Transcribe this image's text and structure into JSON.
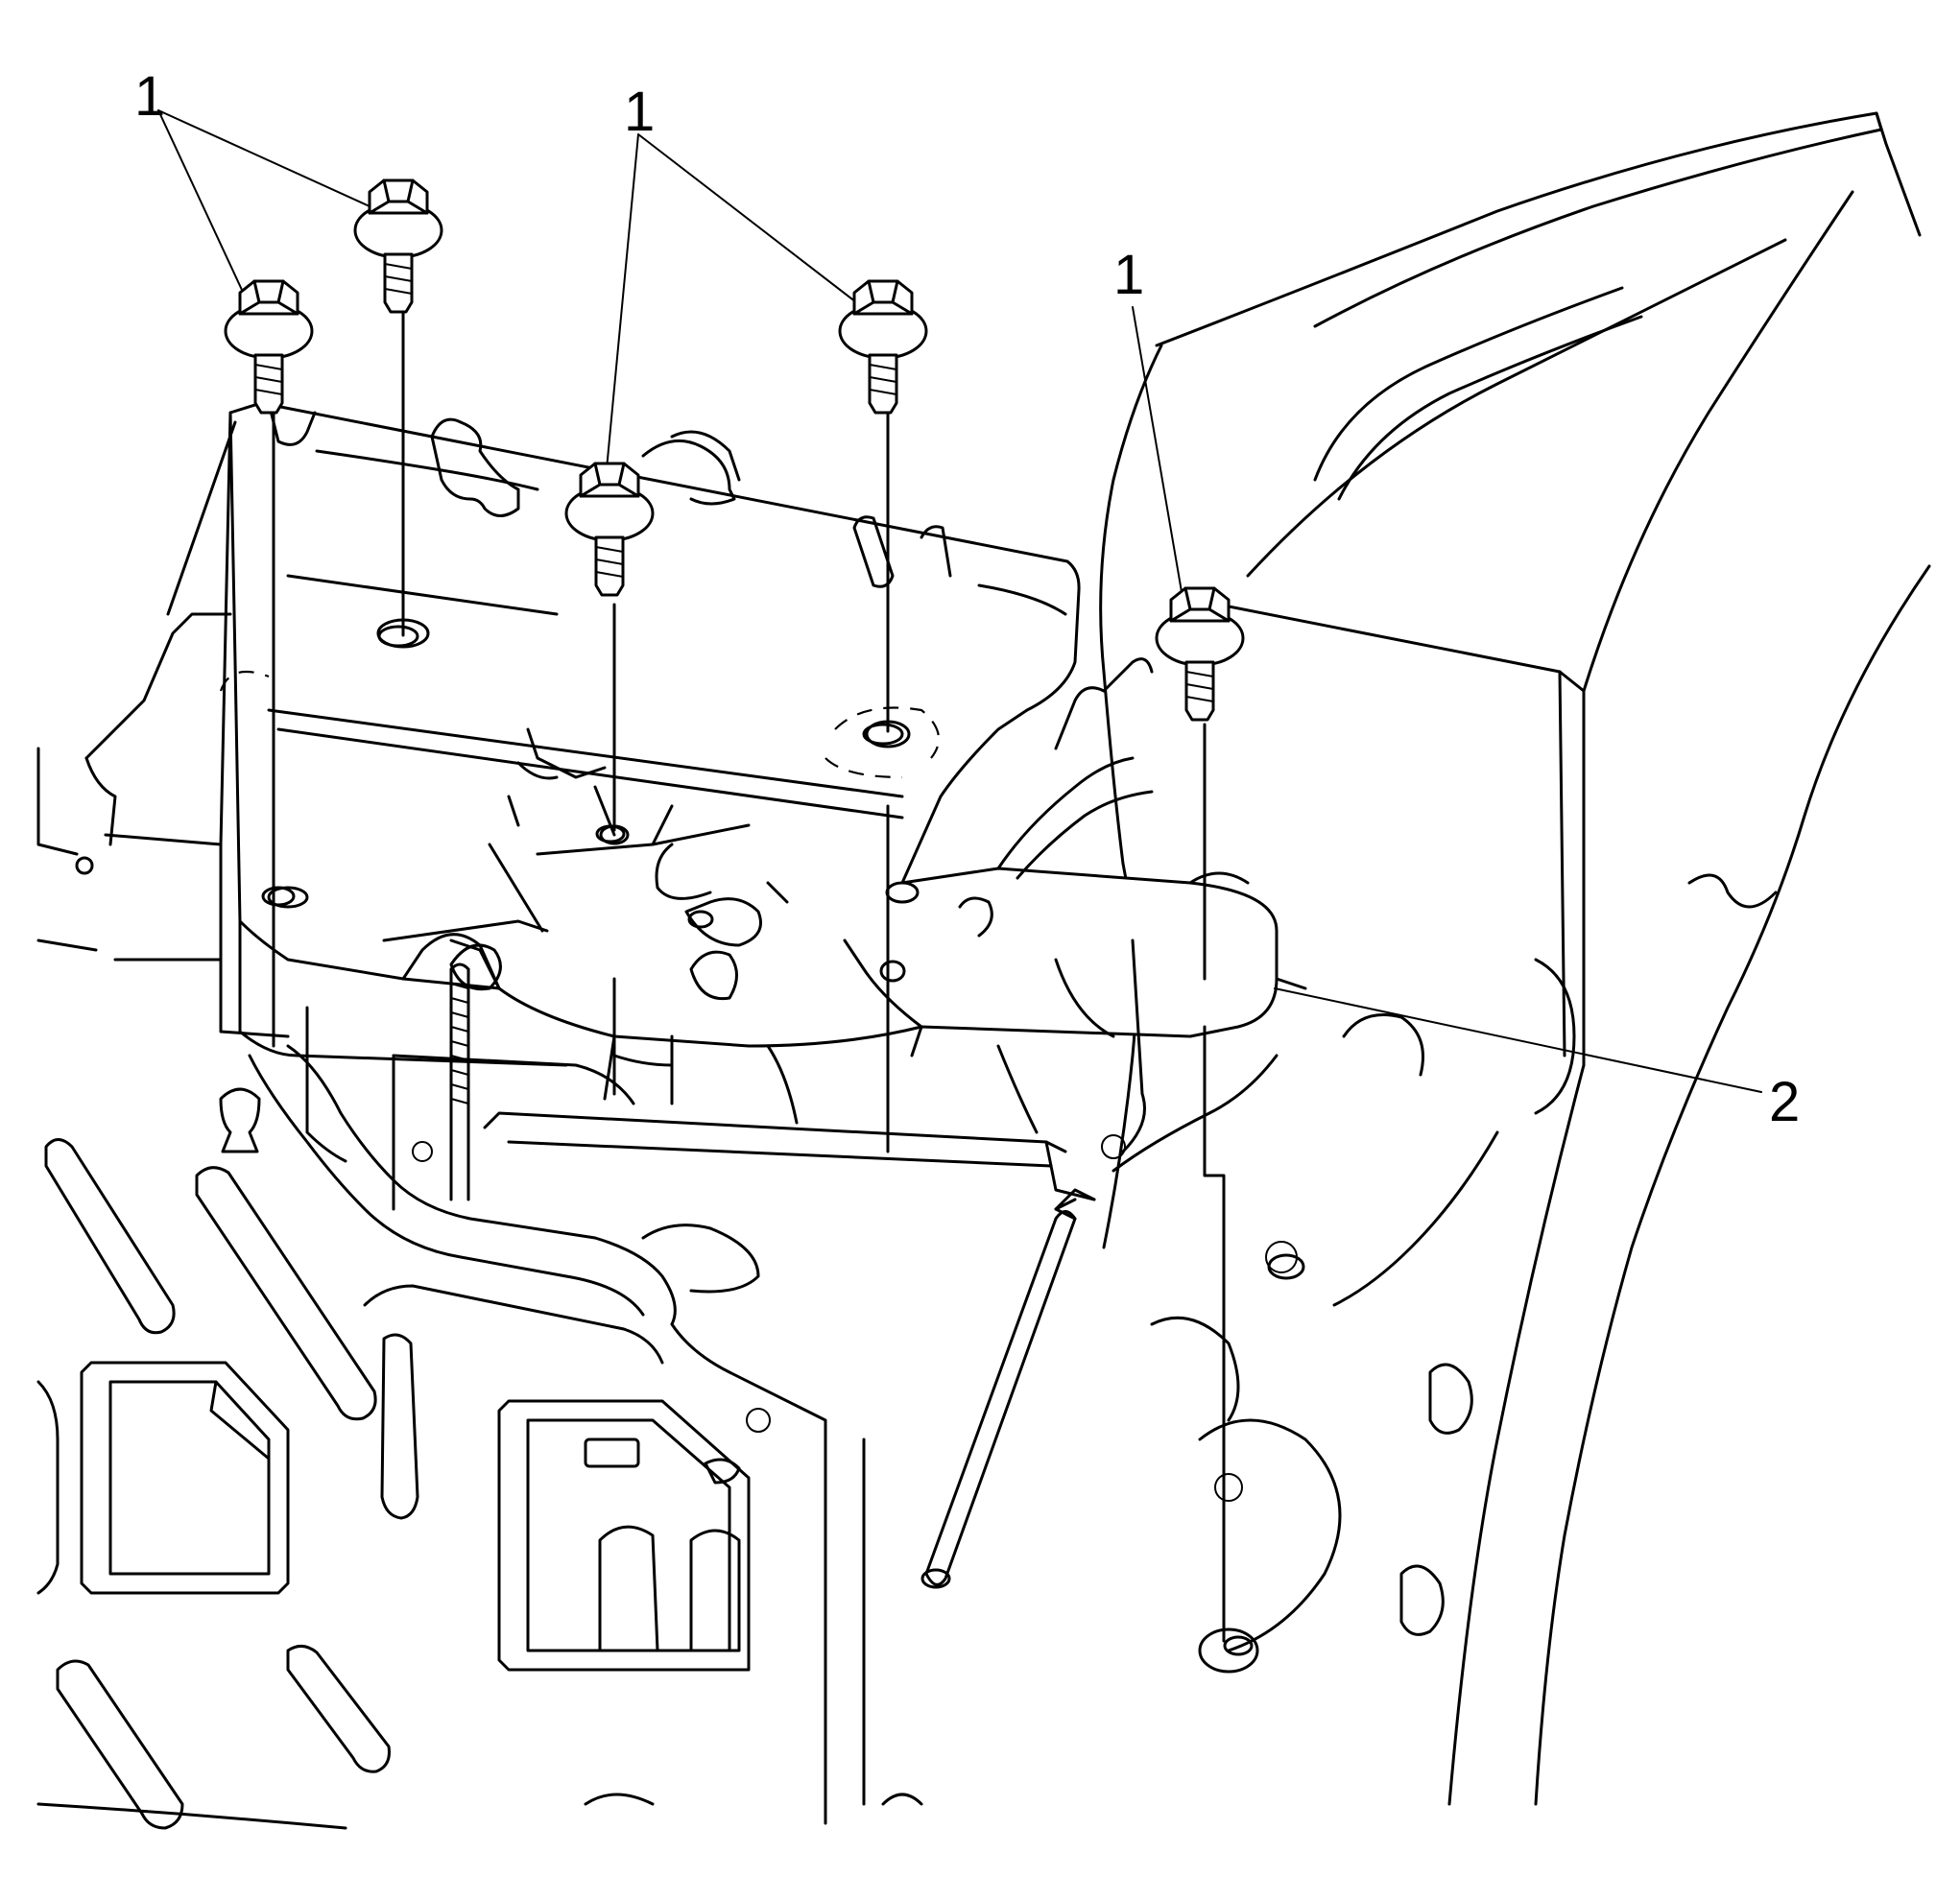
{
  "diagram": {
    "callouts": [
      {
        "id": "c1a",
        "text": "1"
      },
      {
        "id": "c1b",
        "text": "1"
      },
      {
        "id": "c1c",
        "text": "1"
      },
      {
        "id": "c2",
        "text": "2"
      }
    ],
    "colors": {
      "line": "#000000",
      "background": "#ffffff"
    }
  }
}
